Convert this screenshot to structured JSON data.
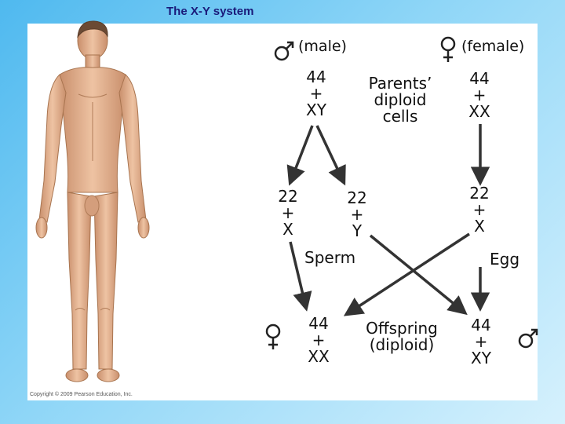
{
  "title": "The X-Y system",
  "copyright": "Copyright © 2009 Pearson Education, Inc.",
  "labels": {
    "male": "(male)",
    "female": "(female)",
    "parents_diploid_cells": [
      "Parents’",
      "diploid",
      "cells"
    ],
    "offspring_diploid": [
      "Offspring",
      "(diploid)"
    ],
    "sperm": "Sperm",
    "egg": "Egg"
  },
  "cells": {
    "parent_male": [
      "44",
      "+",
      "XY"
    ],
    "parent_female": [
      "44",
      "+",
      "XX"
    ],
    "sperm_x": [
      "22",
      "+",
      "X"
    ],
    "sperm_y": [
      "22",
      "+",
      "Y"
    ],
    "egg_x": [
      "22",
      "+",
      "X"
    ],
    "offspring_female": [
      "44",
      "+",
      "XX"
    ],
    "offspring_male": [
      "44",
      "+",
      "XY"
    ]
  },
  "symbols": {
    "male": "mars-symbol",
    "female": "venus-symbol"
  },
  "colors": {
    "background_start": "#4fb9ef",
    "title": "#1a1a7a",
    "arrow": "#333333",
    "skin": "#e2b594"
  }
}
